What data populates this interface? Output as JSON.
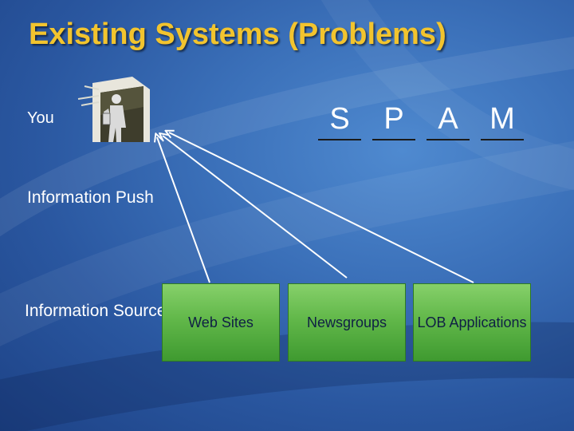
{
  "title": "Existing Systems (Problems)",
  "labels": {
    "you": "You",
    "push": "Information Push",
    "sources": "Information Sources"
  },
  "spam_letters": [
    "S",
    "P",
    "A",
    "M"
  ],
  "sources": [
    {
      "label": "Web Sites"
    },
    {
      "label": "Newsgroups"
    },
    {
      "label": "LOB Applications"
    }
  ],
  "colors": {
    "title": "#f2c42e",
    "box_green": "#62b84a",
    "arrow": "#ffffff"
  },
  "icons": {
    "you": "person-in-doorway-clipart"
  }
}
